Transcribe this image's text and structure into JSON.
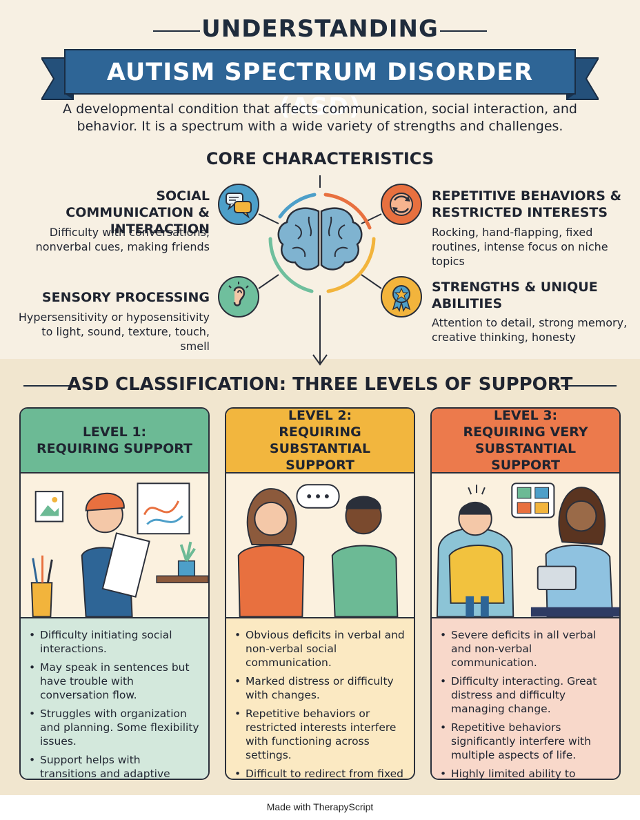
{
  "header": {
    "title_top": "UNDERSTANDING",
    "title_main": "AUTISM SPECTRUM DISORDER (ASD)",
    "intro": "A developmental condition that affects communication, social interaction, and behavior. It is a spectrum with a wide variety of strengths and challenges."
  },
  "core": {
    "title": "CORE CHARACTERISTICS",
    "social": {
      "title": "SOCIAL COMMUNICATION & INTERACTION",
      "desc": "Difficulty with conversations, nonverbal cues, making friends",
      "icon": "speech-bubbles-icon",
      "color": "#4d9fc9"
    },
    "repetitive": {
      "title": "REPETITIVE BEHAVIORS & RESTRICTED INTERESTS",
      "desc": "Rocking, hand-flapping, fixed routines, intense focus on niche topics",
      "icon": "cycle-arrows-icon",
      "color": "#e8703f"
    },
    "sensory": {
      "title": "SENSORY PROCESSING",
      "desc": "Hypersensitivity or hyposensitivity to light, sound, texture, touch, smell",
      "icon": "ear-icon",
      "color": "#6fbf9d"
    },
    "strengths": {
      "title": "STRENGTHS & UNIQUE ABILITIES",
      "desc": "Attention to detail, strong memory, creative thinking, honesty",
      "icon": "award-ribbon-icon",
      "color": "#f2b43c"
    },
    "center_icon": "brain-icon"
  },
  "classification": {
    "title": "ASD CLASSIFICATION: THREE LEVELS OF SUPPORT",
    "levels": [
      {
        "heading_line1": "LEVEL 1:",
        "heading_line2": "REQUIRING SUPPORT",
        "header_color": "#6cba95",
        "body_color": "#d3e8dc",
        "bullets": [
          "Difficulty initiating social interactions.",
          "May speak in sentences but have trouble with conversation flow.",
          "Struggles with organization and planning. Some flexibility issues.",
          "Support helps with transitions and adaptive skills."
        ]
      },
      {
        "heading_line1": "LEVEL 2:",
        "heading_line2": "REQUIRING SUBSTANTIAL SUPPORT",
        "header_color": "#f2b63e",
        "body_color": "#fbe9c2",
        "bullets": [
          "Obvious deficits in verbal and non-verbal social communication.",
          "Marked distress or difficulty with changes.",
          "Repetitive behaviors or restricted interests interfere with functioning across settings.",
          "Difficult to redirect from fixed interests."
        ]
      },
      {
        "heading_line1": "LEVEL 3:",
        "heading_line2": "REQUIRING VERY SUBSTANTIAL SUPPORT",
        "header_color": "#ec7a4c",
        "body_color": "#f8d8ca",
        "bullets": [
          "Severe deficits in all verbal and non-verbal communication.",
          "Difficulty interacting. Great distress and difficulty managing change.",
          "Repetitive behaviors significantly interfere with multiple aspects of life.",
          "Highly limited ability to adjust behavior to different situations."
        ]
      }
    ]
  },
  "footer": {
    "credit": "Made with TherapyScript"
  }
}
